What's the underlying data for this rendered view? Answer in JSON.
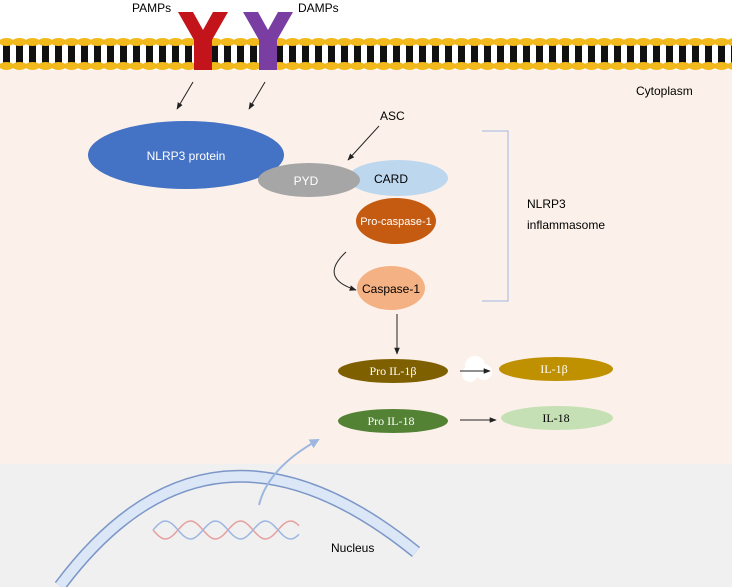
{
  "labels": {
    "pamps": "PAMPs",
    "damps": "DAMPs",
    "cytoplasm": "Cytoplasm",
    "nucleus": "Nucleus",
    "asc": "ASC",
    "inflammasome_line1": "NLRP3",
    "inflammasome_line2": "inflammasome"
  },
  "nodes": {
    "nlrp3_protein": "NLRP3 protein",
    "pyd": "PYD",
    "card": "CARD",
    "pro_caspase_1": "Pro-caspase-1",
    "caspase_1": "Caspase-1",
    "pro_il_1b": "Pro IL-1β",
    "il_1b": "IL-1β",
    "pro_il_18": "Pro IL-18",
    "il_18": "IL-18"
  },
  "colors": {
    "cytoplasm_bg": "#fcf1ea",
    "nucleus_bg": "#f0f0f0",
    "membrane_gold": "#f2b91d",
    "receptor_pamps": "#c3141c",
    "receptor_damps": "#7a3ea3",
    "nlrp3_protein": "#4472c4",
    "pyd": "#a6a6a6",
    "card": "#bdd7ee",
    "pro_caspase_1": "#c55a11",
    "caspase_1": "#f4b183",
    "pro_il_1b": "#7f6000",
    "il_1b": "#bf9000",
    "pro_il_18": "#548235",
    "il_18": "#c5e0b4",
    "nuclear_envelope": "#bdd7ee",
    "dna_red": "#e6a0a0",
    "dna_blue": "#9db7e0"
  }
}
